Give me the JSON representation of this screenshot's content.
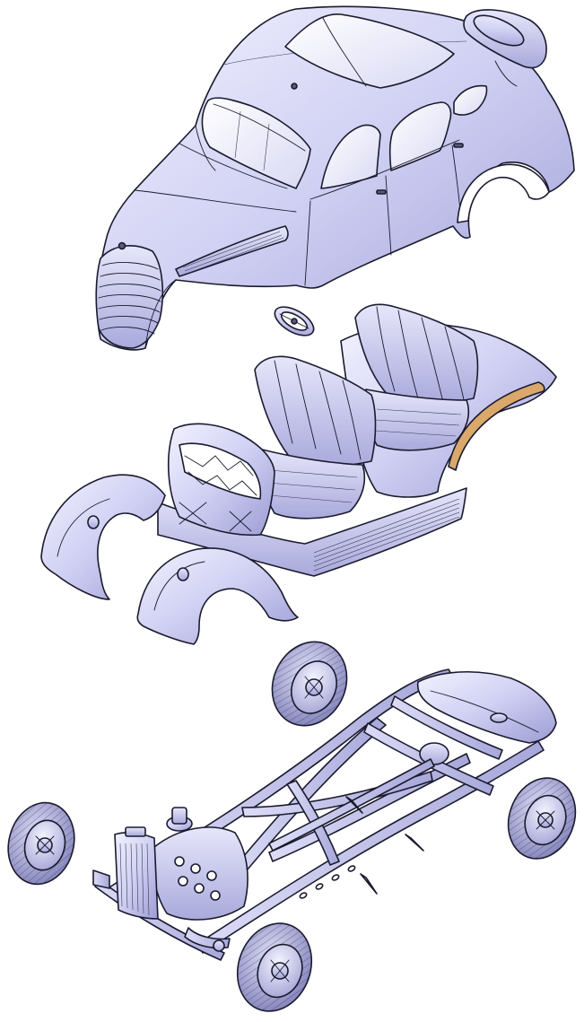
{
  "image": {
    "background": "#ffffff",
    "line_color": "#1a1a2e",
    "surface_color": "#c9c9f0",
    "highlight_color": "#eeeeff",
    "shadow_color": "#8f8fc8",
    "accent_color": "#d9a86a"
  },
  "parts": [
    "car-body-shell",
    "steering-wheel",
    "floor-pan-with-seats",
    "front-fenders",
    "chassis-frame",
    "engine",
    "radiator",
    "fuel-tank",
    "wheel-rear-left",
    "wheel-front-left",
    "wheel-rear-right",
    "wheel-front-right"
  ]
}
